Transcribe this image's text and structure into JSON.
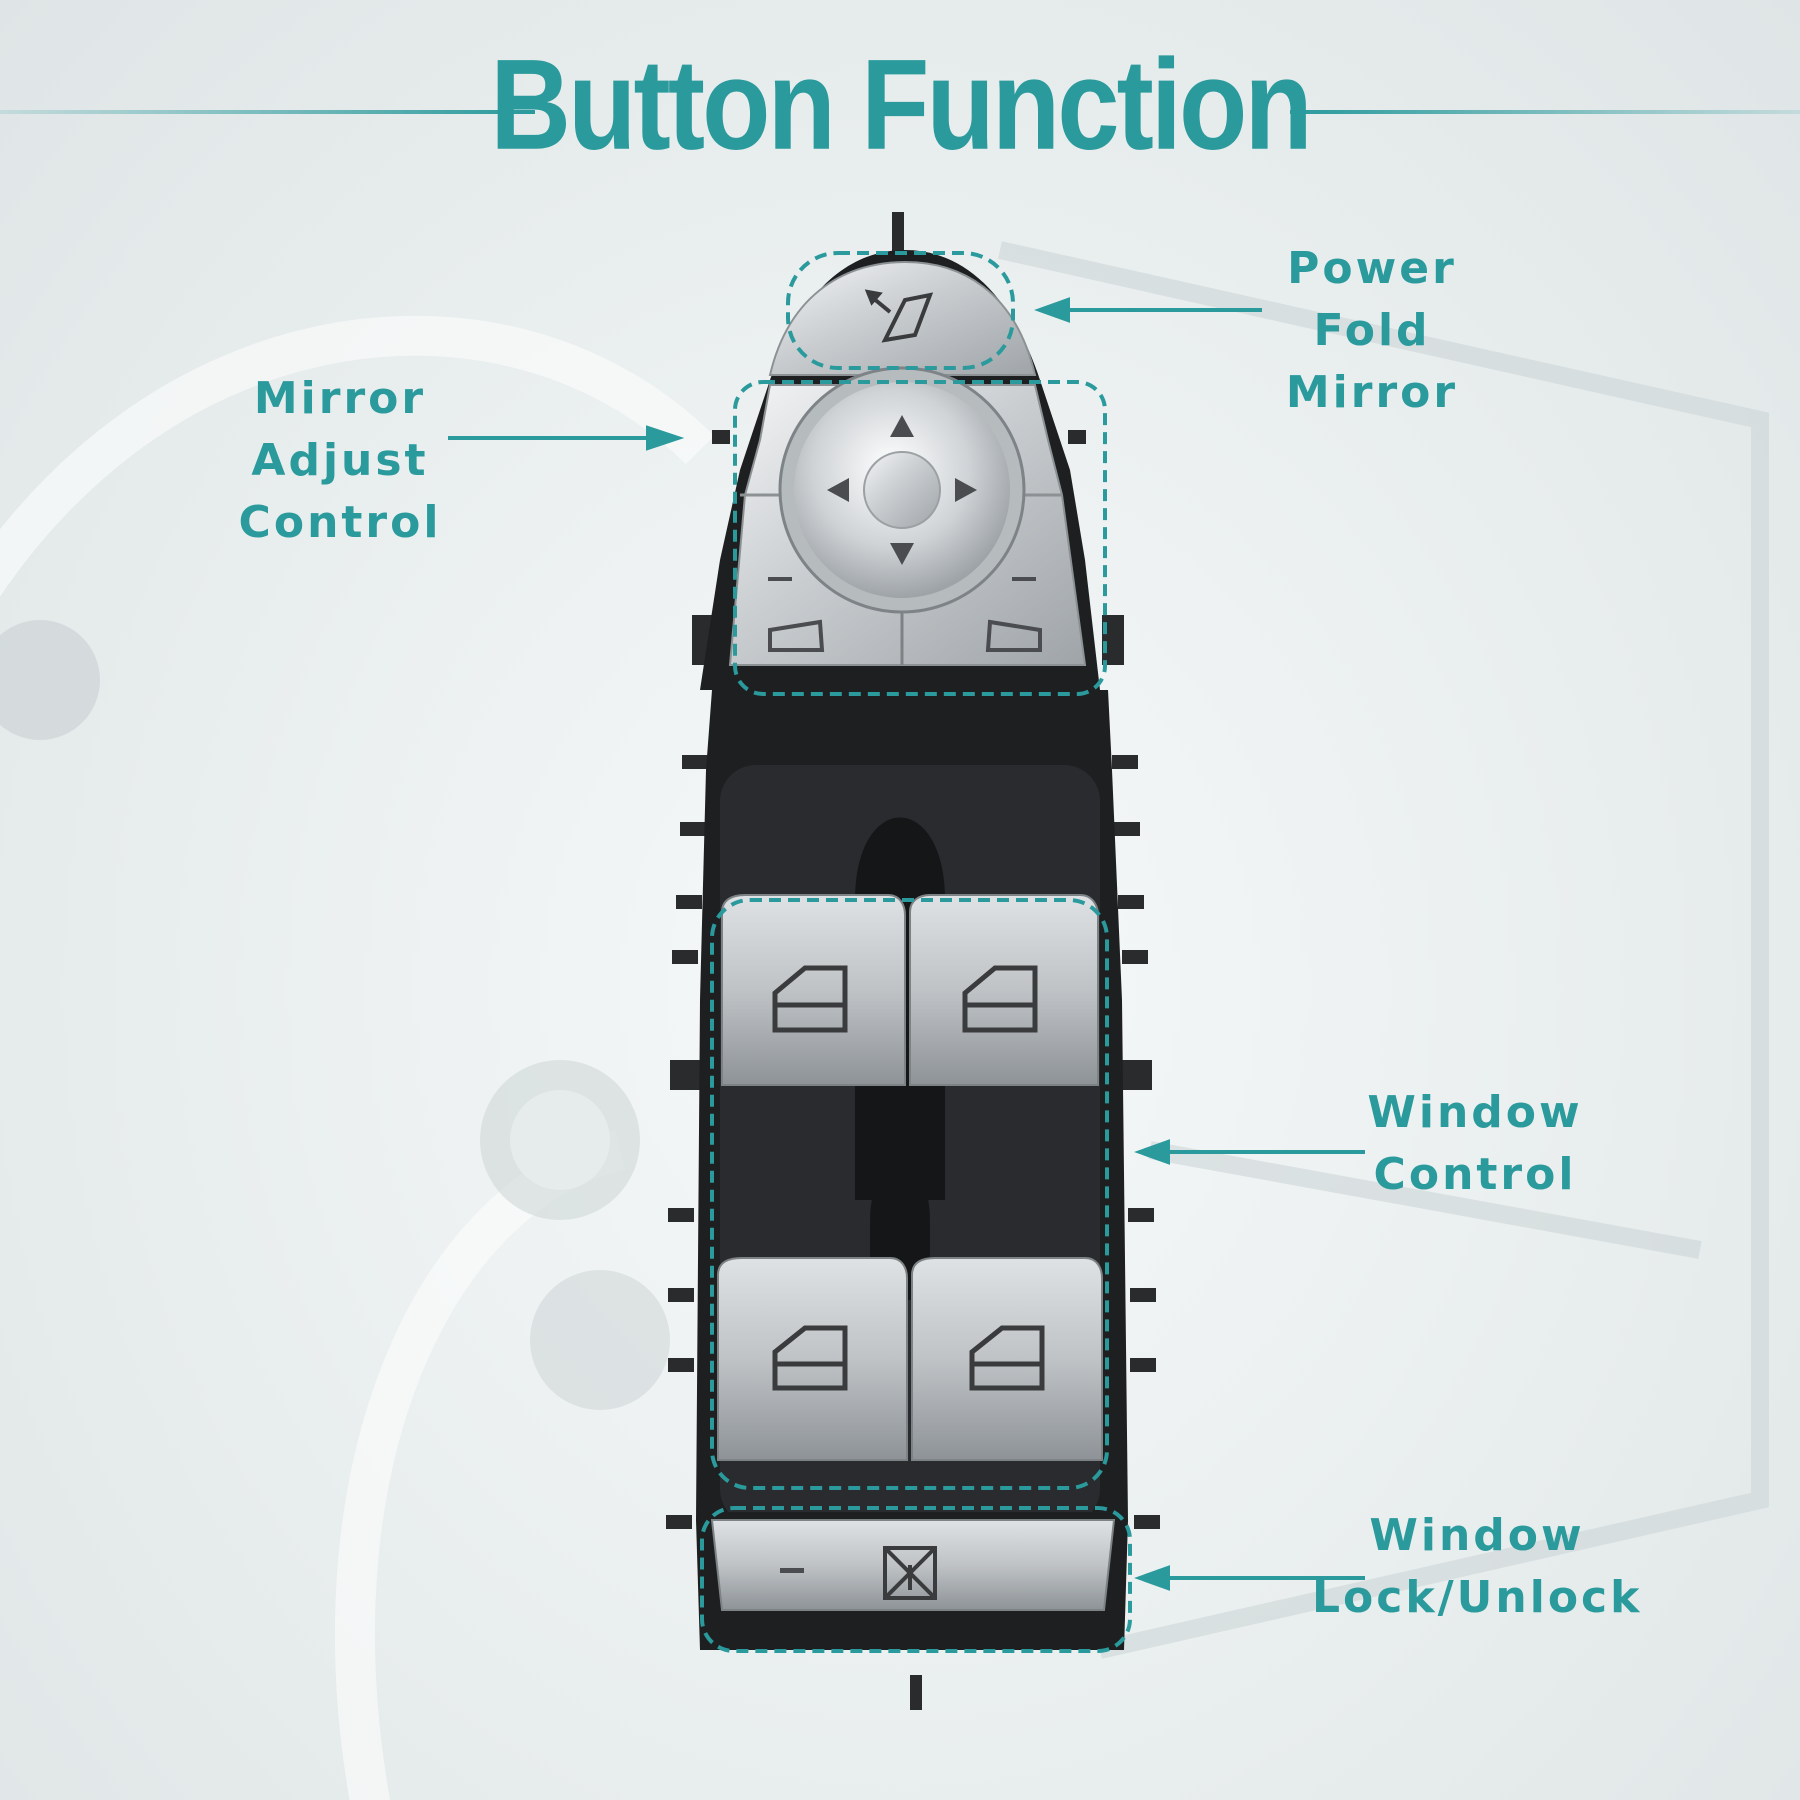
{
  "title": "Button Function",
  "labels": {
    "power_fold": [
      "Power Fold",
      "Mirror"
    ],
    "mirror_adjust": [
      "Mirror Adjust",
      "Control"
    ],
    "window_control": [
      "Window",
      "Control"
    ],
    "window_lock": [
      "Window",
      "Lock/Unlock"
    ]
  },
  "colors": {
    "accent": "#2a9a9c",
    "chrome": "#cfd3d5",
    "housing": "#1e1f21"
  }
}
